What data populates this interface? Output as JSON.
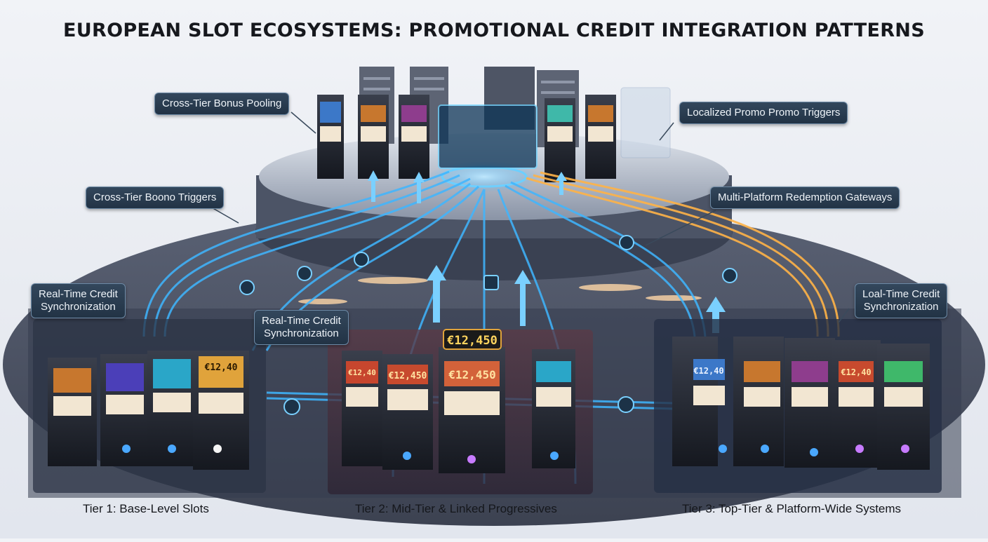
{
  "title": "EUROPEAN SLOT ECOSYSTEMS: PROMOTIONAL CREDIT INTEGRATION PATTERNS",
  "labels": {
    "cross_tier_pooling": "Cross-Tier Bonus Pooling",
    "localized_triggers": "Localized Promo Promo Triggers",
    "cross_tier_triggers": "Cross-Tier Boono Triggers",
    "multi_platform": "Multi-Platform Redemption Gateways",
    "realtime_left_1": "Real-Time Credit",
    "realtime_left_2": "Synchronization",
    "realtime_mid_1": "Real-Time Credit",
    "realtime_mid_2": "Synchronization",
    "loaltime_right_1": "Loal-Time Credit",
    "loaltime_right_2": "Synchronization"
  },
  "tiers": {
    "tier1": "Tier 1: Base-Level Slots",
    "tier2": "Tier 2: Mid-Tier & Linked Progressives",
    "tier3": "Tier 3: Top-Tier & Platform-Wide Systems"
  },
  "jackpots": {
    "tier1_a": "€12,40",
    "tier2_main": "€12,450",
    "tier2_a": "€12,450",
    "tier2_b": "€12,450",
    "tier2_c": "€12,40",
    "tier3_a": "€12,40",
    "tier3_b": "€12,40"
  },
  "colors": {
    "flow_blue": "#3fb6ff",
    "flow_orange": "#ffb347",
    "panel_dark": "#223345",
    "casino_floor": "#3b4357"
  },
  "icons": [
    "gear-icon",
    "arrow-up-icon",
    "plug-icon",
    "network-icon",
    "gift-icon"
  ]
}
